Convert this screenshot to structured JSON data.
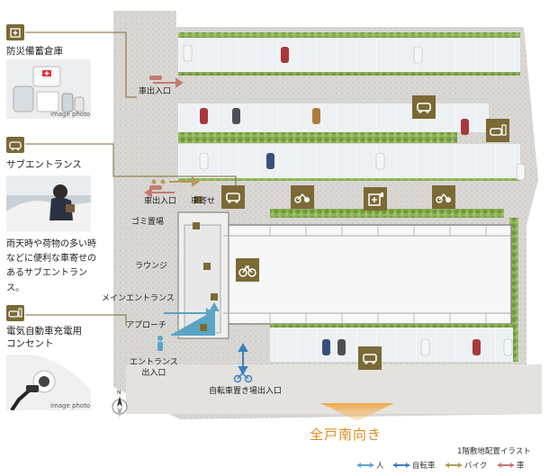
{
  "side_panels": [
    {
      "title": "防災備蓄倉庫",
      "photo_caption": "image photo"
    },
    {
      "title": "サブエントランス",
      "description": "雨天時や荷物の多い時などに便利な車寄せのあるサブエントランス。"
    },
    {
      "title": "電気自動車充電用\nコンセント",
      "photo_caption": "image photo"
    }
  ],
  "map_labels": {
    "car_entrance_top": "車出入口",
    "car_entrance_mid": "車出入口",
    "drop_off": "車寄せ",
    "garbage": "ゴミ置場",
    "lounge": "ラウンジ",
    "main_entrance": "メインエントランス",
    "approach": "アプローチ",
    "entrance_exit": "エントランス\n出入口",
    "bicycle_entrance": "自転車置き場出入口"
  },
  "south_label": "全戸南向き",
  "caption": "1階敷地配置イラスト",
  "legend": [
    {
      "label": "人",
      "color": "#5aa4c6"
    },
    {
      "label": "自転車",
      "color": "#3b7fc0"
    },
    {
      "label": "バイク",
      "color": "#b59a55"
    },
    {
      "label": "車",
      "color": "#c47a72"
    }
  ],
  "colors": {
    "accent": "#7b6a36",
    "south": "#e08a1b"
  }
}
